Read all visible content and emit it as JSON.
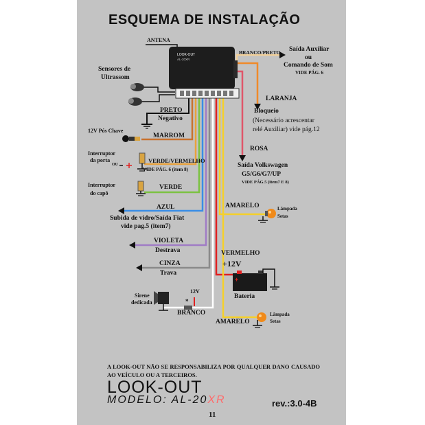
{
  "title": "ESQUEMA DE INSTALAÇÃO",
  "module": {
    "brand": "LOOK-OUT",
    "model": "AL-20XR"
  },
  "labels": {
    "antena": "ANTENA",
    "sensores_1": "Sensores de",
    "sensores_2": "Ultrassom",
    "preto": "PRETO",
    "negativo": "Negativo",
    "pos_chave": "12V Pós Chave",
    "marrom": "MARROM",
    "interruptor_porta_1": "Interruptor",
    "interruptor_porta_2": "da porta",
    "ou": "OU",
    "verde_vermelho": "VERDE/VERMELHO",
    "vide_pag6_item8": "VIDE PÁG. 6 (item 8)",
    "interruptor_capo_1": "Interruptor",
    "interruptor_capo_2": "do capô",
    "verde": "VERDE",
    "azul": "AZUL",
    "subida_1": "Subida de vidro/Saída Fiat",
    "subida_2": "vide pag.5 (item7)",
    "violeta": "VIOLETA",
    "destrava": "Destrava",
    "cinza": "CINZA",
    "trava": "Trava",
    "sirene_1": "Sirene",
    "sirene_2": "dedicada",
    "branco": "BRANCO",
    "v12_small": "12V",
    "branco_preto": "BRANCO/PRETO",
    "saida_aux_1": "Saída Auxiliar",
    "saida_aux_2": "ou",
    "saida_aux_3": "Comando de Som",
    "vide_pag6": "VIDE PÁG. 6",
    "laranja": "LARANJA",
    "bloqueio": "Bloqueio",
    "bloqueio_note_1": "(Necessário acrescentar",
    "bloqueio_note_2": "relé Auxiliar) vide pág.12",
    "rosa": "ROSA",
    "vw_1": "Saída Volkswagen",
    "vw_2": "G5/G6/G7/UP",
    "vw_3": "VIDE PÁG.5 (item7 E 8)",
    "amarelo_1": "AMARELO",
    "lampada_1": "Lâmpada",
    "setas_1": "Setas",
    "vermelho": "VERMELHO",
    "v12_big": "+12V",
    "bateria": "Bateria",
    "amarelo_2": "AMARELO",
    "lampada_2": "Lâmpada",
    "setas_2": "Setas",
    "asterisk": "*"
  },
  "footer": {
    "disclaimer": "A LOOK-OUT NÃO SE RESPONSABILIZA POR QUALQUER DANO CAUSADO AO VEÍCULO OU A TERCEIROS.",
    "brand": "LOOK-OUT",
    "model_prefix": "MODELO: AL-20",
    "model_suffix": "XR",
    "revision": "rev.:3.0-4B",
    "page_number": "11"
  },
  "colors": {
    "background": "#c3c3c3",
    "preto": "#111111",
    "marrom": "#c8722e",
    "verde_vermelho": "#e8a23c",
    "verde": "#7cc242",
    "azul": "#3a8ee6",
    "violeta": "#a07cc5",
    "cinza": "#8a8a8a",
    "branco": "#ffffff",
    "branco_preto": "#f2d09a",
    "laranja": "#f08a2a",
    "rosa": "#e0566a",
    "amarelo": "#f5d02a",
    "vermelho": "#e02020"
  }
}
